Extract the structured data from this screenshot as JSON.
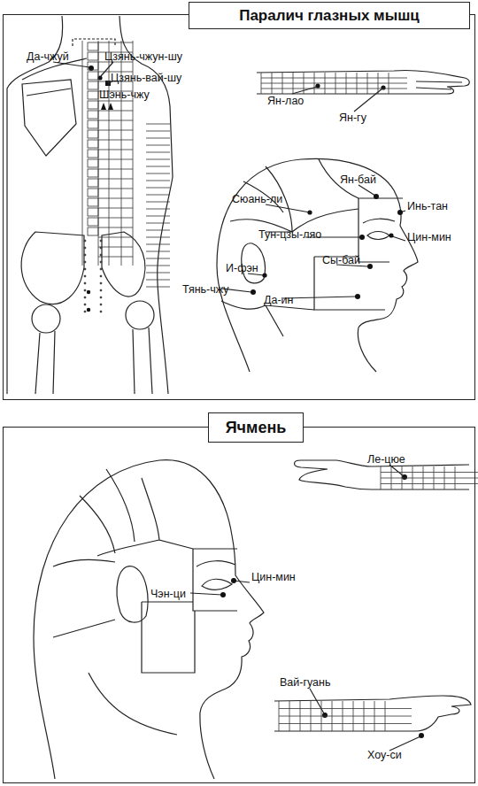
{
  "diagram": {
    "nodes": [
      {
        "text": [
          "Паралич глазных мышц"
        ]
      },
      {
        "text": [
          "Ячмень"
        ]
      }
    ],
    "labels": [
      "Да-чжуй",
      "Цзянь-чжун-шу",
      "Цзянь-вай-шу",
      "Шэнь-чжу",
      "Ян-лао",
      "Ян-гу",
      "Ян-бай",
      "Сюань-ли",
      "Инь-тан",
      "Тун-цзы-ляо",
      "Цин-мин",
      "Сы-бай",
      "И-фэн",
      "Тянь-чжу",
      "Да-ин",
      "Ле-цюе",
      "Цин-мин",
      "Чэн-ци",
      "Вай-гуань",
      "Хоу-си"
    ]
  }
}
